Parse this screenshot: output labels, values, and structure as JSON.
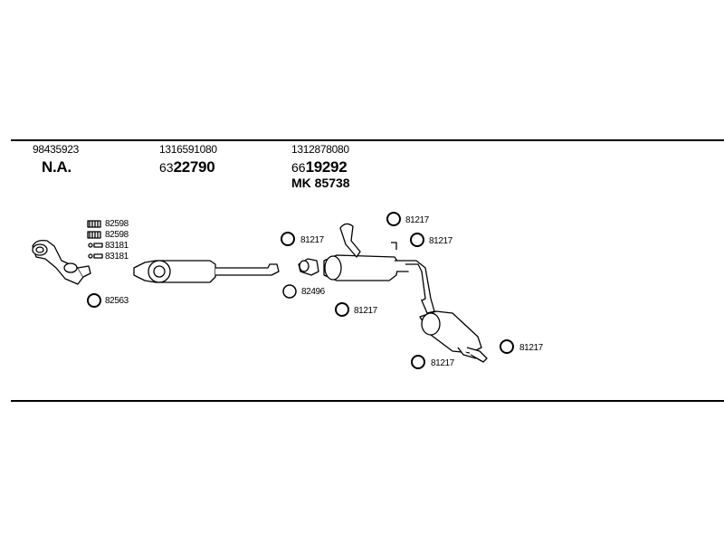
{
  "headers": [
    {
      "part_no": "98435923",
      "code_prefix": "",
      "code_main": "N.A.",
      "extra": ""
    },
    {
      "part_no": "1316591080",
      "code_prefix": "63",
      "code_main": "22790",
      "extra": ""
    },
    {
      "part_no": "1312878080",
      "code_prefix": "66",
      "code_main": "19292",
      "extra": "MK 85738"
    }
  ],
  "callouts": {
    "spring_1": "82598",
    "spring_2": "82598",
    "bolt_1": "83181",
    "bolt_2": "83181",
    "ring_front": "82563",
    "ring_mid_top": "81217",
    "ring_mid_gasket": "82496",
    "ring_mid_low": "81217",
    "ring_rear_top": "81217",
    "ring_rear_top2": "81217",
    "ring_tail_right": "81217",
    "ring_tail_bottom": "81217"
  }
}
